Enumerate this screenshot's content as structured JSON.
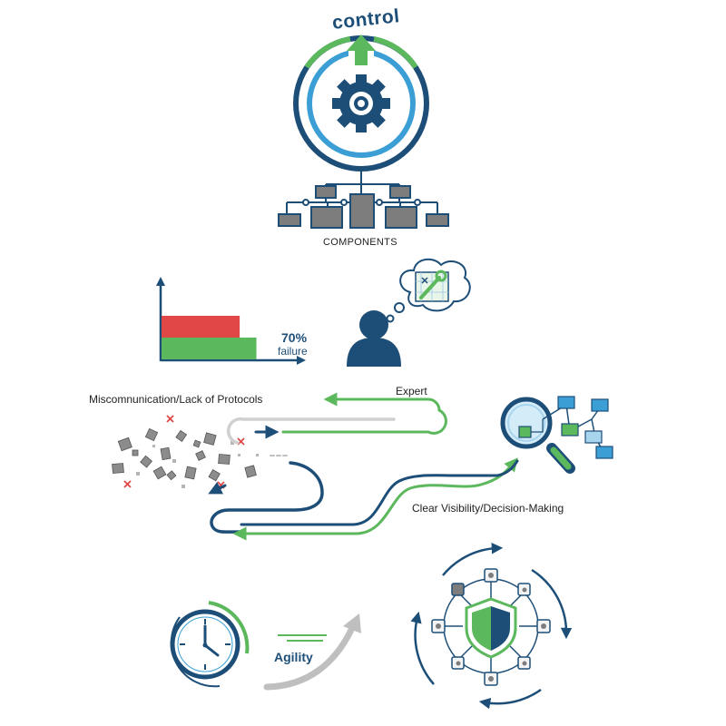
{
  "labels": {
    "control": "control",
    "components": "COMPONENTS",
    "failure_percent": "70%",
    "failure": "failure",
    "miscommunication": "Miscomnunication/Lack of Protocols",
    "expert": "Expert",
    "clear_visibility": "Clear Visibility/Decision-Making",
    "agility": "Agility"
  },
  "chart_data": {
    "type": "bar",
    "orientation": "horizontal",
    "series": [
      {
        "value": 70,
        "color": "#e04848"
      },
      {
        "value": 85,
        "color": "#5cb85c"
      }
    ],
    "annotation": "70% failure"
  },
  "colors": {
    "navy": "#1d4e78",
    "blue": "#3b9fd6",
    "green": "#5cb85c",
    "red": "#e04848",
    "gray": "#7d7d7d",
    "light_blue": "#a9d4ee"
  },
  "icons": [
    "gear-icon",
    "control-arrow-icon",
    "person-icon",
    "thought-bubble-icon",
    "wrench-icon",
    "magnifier-icon",
    "clock-icon",
    "shield-icon"
  ]
}
